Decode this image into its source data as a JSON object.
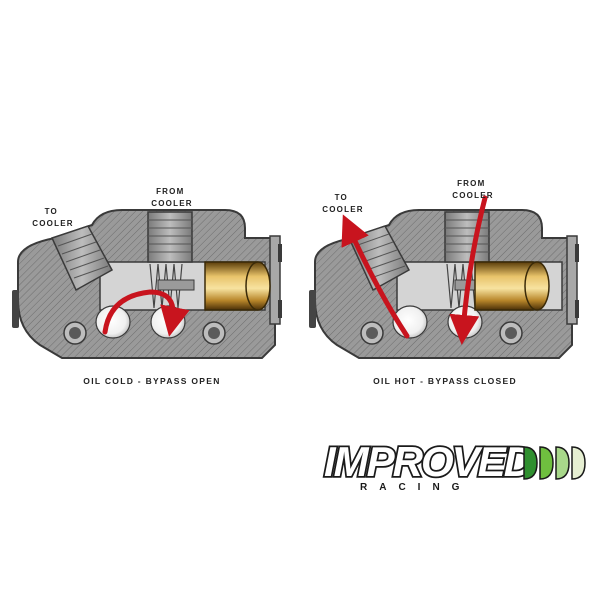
{
  "diagrams": [
    {
      "id": "cold",
      "label_to": [
        "TO",
        "COOLER"
      ],
      "label_from": [
        "FROM",
        "COOLER"
      ],
      "caption": "OIL COLD - BYPASS OPEN",
      "state": "bypass-open",
      "flow_arrow": "curved-return"
    },
    {
      "id": "hot",
      "label_to": [
        "TO",
        "COOLER"
      ],
      "label_from": [
        "FROM",
        "COOLER"
      ],
      "caption": "OIL HOT - BYPASS CLOSED",
      "state": "bypass-closed",
      "flow_arrow": "to-and-from-cooler"
    }
  ],
  "logo": {
    "main": "IMPROVED",
    "sub": "RACING",
    "stripe_colors": [
      "#2f8f2f",
      "#6fbf3f",
      "#a8d88a",
      "#e6efd2"
    ]
  },
  "colors": {
    "housing": "#8c8c8c",
    "housing_dark": "#5a5a5a",
    "arrow": "#c8141e",
    "brass": "#b8862a"
  }
}
